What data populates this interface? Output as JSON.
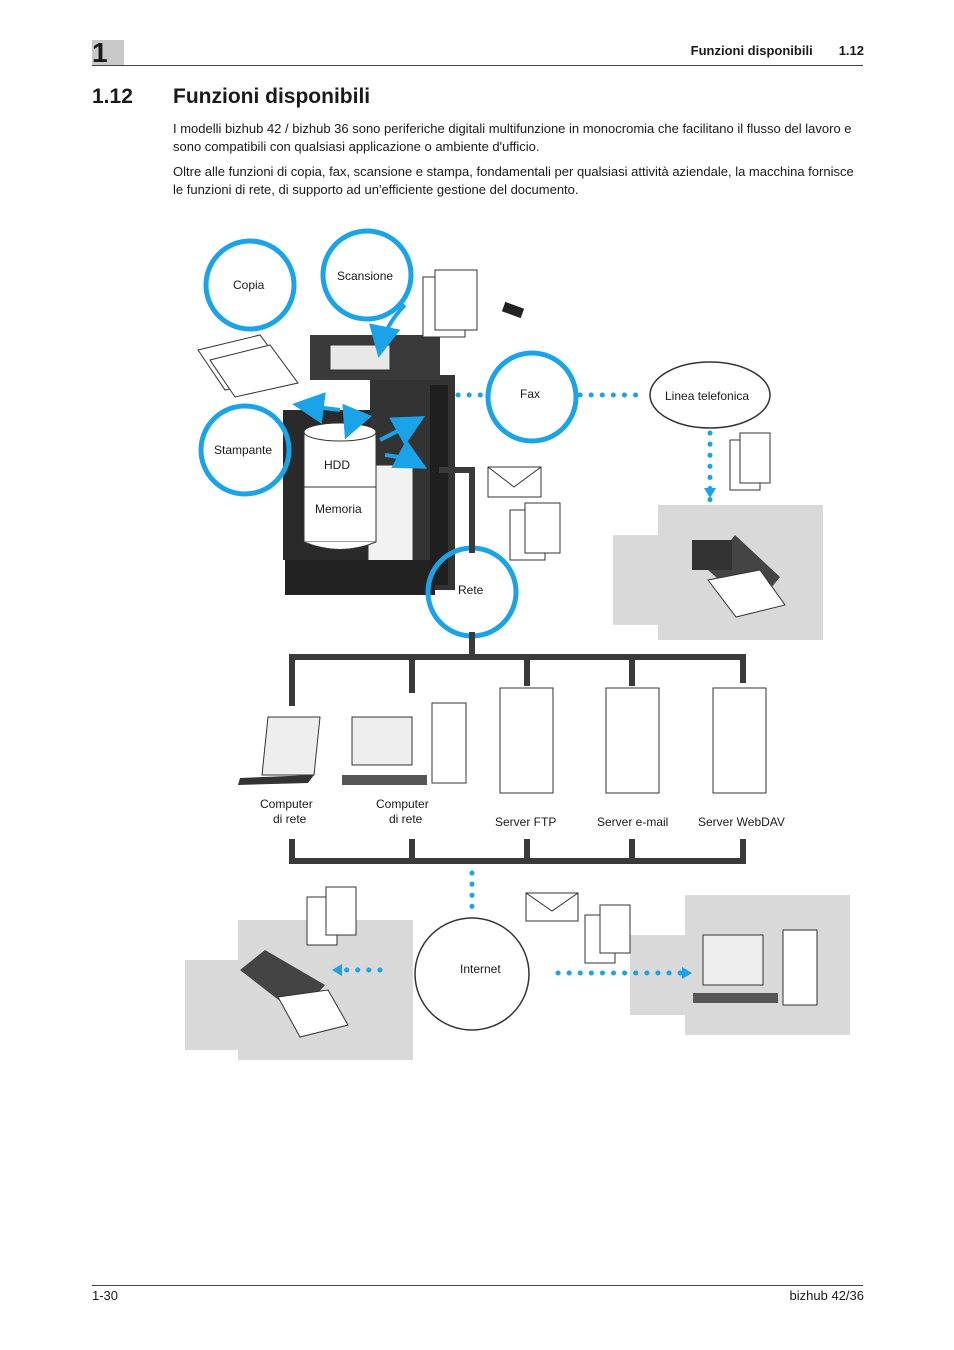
{
  "header": {
    "chapter_number": "1",
    "section_title": "Funzioni disponibili",
    "section_number": "1.12"
  },
  "heading": {
    "number": "1.12",
    "title": "Funzioni disponibili"
  },
  "paragraphs": [
    "I modelli bizhub 42 / bizhub 36 sono periferiche digitali multifunzione in monocromia che facilitano il flusso del lavoro e sono compatibili con qualsiasi applicazione o ambiente d'ufficio.",
    "Oltre alle funzioni di copia, fax, scansione e stampa, fondamentali per qualsiasi attività aziendale, la macchina fornisce le funzioni di rete, di supporto ad un'efficiente gestione del documento."
  ],
  "diagram": {
    "copia": "Copia",
    "scansione": "Scansione",
    "stampante": "Stampante",
    "fax": "Fax",
    "linea_telefonica": "Linea telefonica",
    "hdd": "HDD",
    "memoria": "Memoria",
    "rete": "Rete",
    "computer_1_line1": "Computer",
    "computer_1_line2": "di rete",
    "computer_2_line1": "Computer",
    "computer_2_line2": "di rete",
    "server_ftp": "Server FTP",
    "server_email": "Server e-mail",
    "server_webdav": "Server WebDAV",
    "internet": "Internet",
    "colors": {
      "accent": "#1aa3e8",
      "network": "#3a3a3a",
      "room": "#d9d9d9"
    }
  },
  "footer": {
    "page": "1-30",
    "model": "bizhub 42/36"
  }
}
